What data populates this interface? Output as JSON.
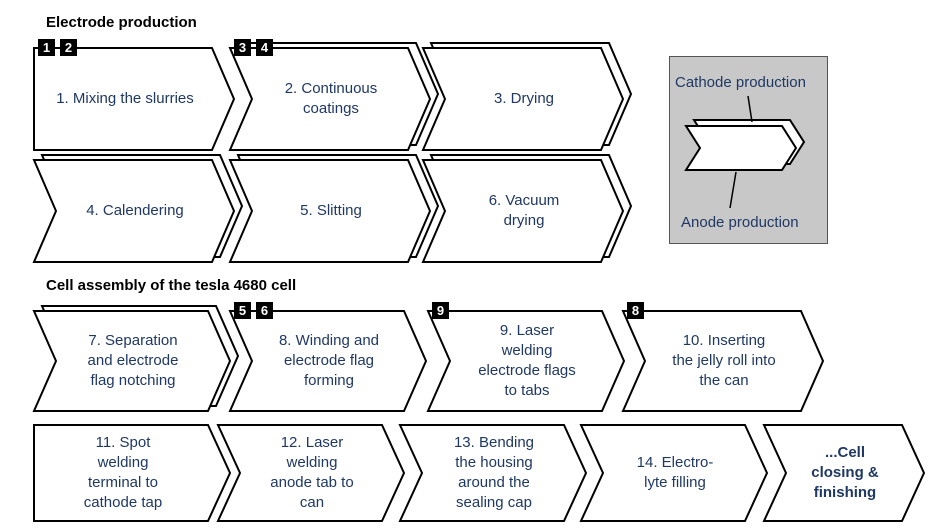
{
  "sections": {
    "electrode": "Electrode production",
    "assembly": "Cell assembly of the tesla 4680 cell"
  },
  "legend": {
    "cathode": "Cathode production",
    "anode": "Anode production"
  },
  "steps": [
    {
      "label": "1. Mixing the slurries",
      "stacked": false,
      "badges": [
        "1",
        "2"
      ]
    },
    {
      "label": "2. Continuous\ncoatings",
      "stacked": true,
      "badges": [
        "3",
        "4"
      ]
    },
    {
      "label": "3. Drying",
      "stacked": true,
      "badges": []
    },
    {
      "label": "4. Calendering",
      "stacked": true,
      "badges": []
    },
    {
      "label": "5. Slitting",
      "stacked": true,
      "badges": []
    },
    {
      "label": "6. Vacuum\ndrying",
      "stacked": true,
      "badges": []
    },
    {
      "label": "7. Separation\nand electrode\nflag notching",
      "stacked": true,
      "badges": []
    },
    {
      "label": "8. Winding and\nelectrode flag\nforming",
      "stacked": false,
      "badges": [
        "5",
        "6"
      ]
    },
    {
      "label": "9. Laser\nwelding\nelectrode flags\nto tabs",
      "stacked": false,
      "badges": [
        "9"
      ]
    },
    {
      "label": "10. Inserting\nthe jelly roll into\nthe can",
      "stacked": false,
      "badges": [
        "8"
      ]
    },
    {
      "label": "11. Spot\nwelding\nterminal to\ncathode tap",
      "stacked": false,
      "badges": []
    },
    {
      "label": "12. Laser\nwelding\nanode tab to\ncan",
      "stacked": false,
      "badges": []
    },
    {
      "label": "13. Bending\nthe housing\naround the\nsealing cap",
      "stacked": false,
      "badges": []
    },
    {
      "label": "14. Electro-\nlyte filling",
      "stacked": false,
      "badges": []
    },
    {
      "label": "...Cell\nclosing &\nfinishing",
      "stacked": false,
      "badges": [],
      "bold": true
    }
  ]
}
